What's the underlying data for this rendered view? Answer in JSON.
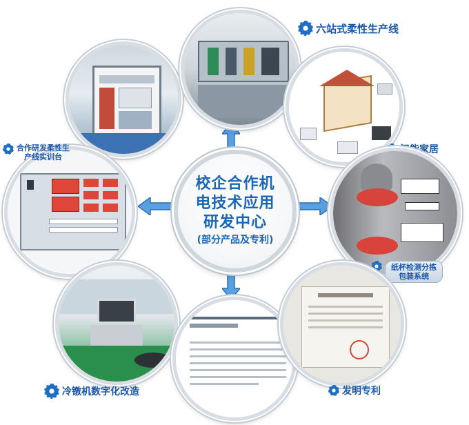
{
  "center": {
    "line1": "校企合作机",
    "line2": "电技术应用",
    "line3": "研发中心",
    "line4": "(部分产品及专利)"
  },
  "labels": {
    "top_right": "六站式柔性生产线",
    "right_upper": "智能家居",
    "right_lower_1": "纸杯检测分拣",
    "right_lower_2": "包装系统",
    "bottom_right": "发明专利",
    "bottom_left": "冷镦机数字化改造",
    "left_1": "合作研发柔性生",
    "left_2": "产线实训台"
  },
  "colors": {
    "accent": "#1a66b8",
    "arrow": "#5aa0e0",
    "ring": "#cfd6dc"
  }
}
